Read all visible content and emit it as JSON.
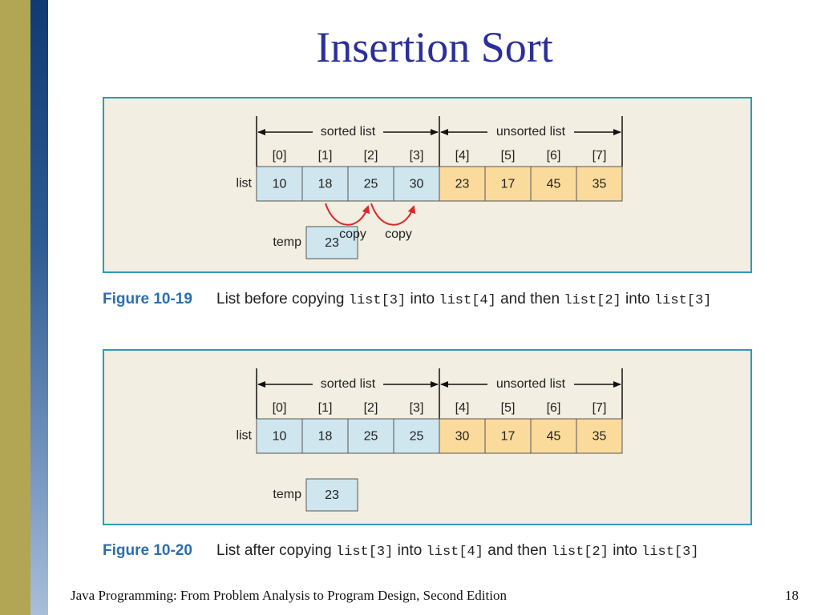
{
  "slide_title": "Insertion Sort",
  "colors": {
    "sorted_cell": "#cfe6ee",
    "unsorted_cell": "#fbdb9c",
    "arrow": "#d8292a",
    "frame": "#2e9bb5",
    "caption_label": "#2a6fae"
  },
  "figures": [
    {
      "sorted_label": "sorted list",
      "unsorted_label": "unsorted list",
      "list_label": "list",
      "indices": [
        "[0]",
        "[1]",
        "[2]",
        "[3]",
        "[4]",
        "[5]",
        "[6]",
        "[7]"
      ],
      "values": [
        "10",
        "18",
        "25",
        "30",
        "23",
        "17",
        "45",
        "35"
      ],
      "sorted_count": 4,
      "temp_label": "temp",
      "temp_value": "23",
      "copy_labels": [
        "copy",
        "copy"
      ],
      "caption_label": "Figure 10-19",
      "caption_parts": [
        {
          "text": "List before copying ",
          "code": false
        },
        {
          "text": "list[3]",
          "code": true
        },
        {
          "text": " into ",
          "code": false
        },
        {
          "text": "list[4]",
          "code": true
        },
        {
          "text": " and then ",
          "code": false
        },
        {
          "text": "list[2]",
          "code": true
        },
        {
          "text": " into ",
          "code": false
        },
        {
          "text": "list[3]",
          "code": true
        }
      ]
    },
    {
      "sorted_label": "sorted list",
      "unsorted_label": "unsorted list",
      "list_label": "list",
      "indices": [
        "[0]",
        "[1]",
        "[2]",
        "[3]",
        "[4]",
        "[5]",
        "[6]",
        "[7]"
      ],
      "values": [
        "10",
        "18",
        "25",
        "25",
        "30",
        "17",
        "45",
        "35"
      ],
      "sorted_count": 4,
      "temp_label": "temp",
      "temp_value": "23",
      "copy_labels": [],
      "caption_label": "Figure 10-20",
      "caption_parts": [
        {
          "text": "List after copying ",
          "code": false
        },
        {
          "text": "list[3]",
          "code": true
        },
        {
          "text": " into ",
          "code": false
        },
        {
          "text": "list[4]",
          "code": true
        },
        {
          "text": " and then ",
          "code": false
        },
        {
          "text": "list[2]",
          "code": true
        },
        {
          "text": " into ",
          "code": false
        },
        {
          "text": "list[3]",
          "code": true
        }
      ]
    }
  ],
  "footer": "Java Programming: From Problem Analysis to Program Design, Second Edition",
  "page_number": "18"
}
